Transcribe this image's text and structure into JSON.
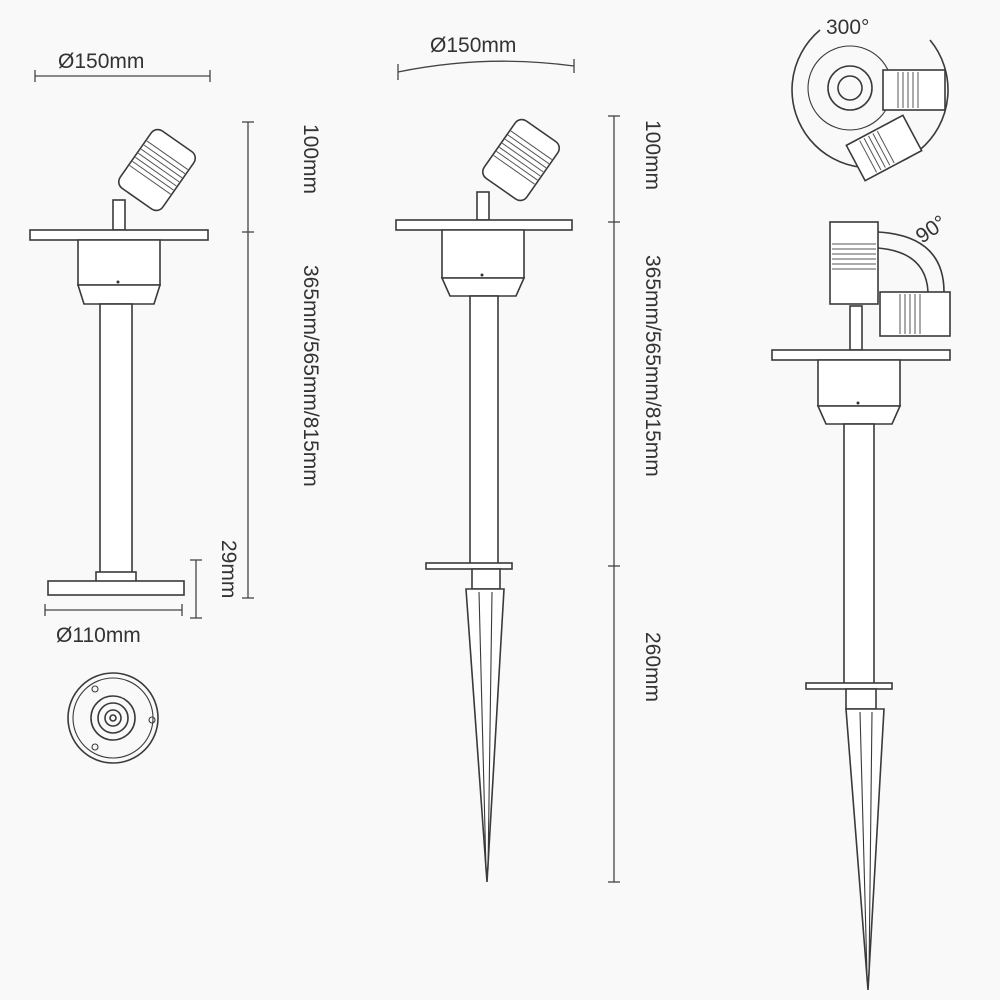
{
  "labels": {
    "v1_top_diameter": "Ø150mm",
    "v1_head_height": "100mm",
    "v1_stem_length": "365mm/565mm/815mm",
    "v1_base_height": "29mm",
    "v1_base_diameter": "Ø110mm",
    "v2_top_diameter": "Ø150mm",
    "v2_head_height": "100mm",
    "v2_stem_length": "365mm/565mm/815mm",
    "v2_spike_length": "260mm",
    "rotation_angle": "300°",
    "tilt_angle": "90°"
  },
  "colors": {
    "line": "#3a3a3a",
    "paper": "#f9f9f9"
  }
}
